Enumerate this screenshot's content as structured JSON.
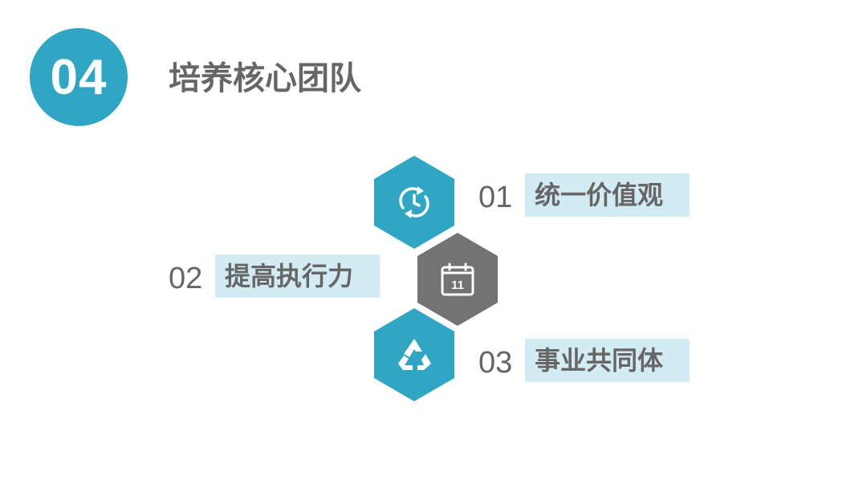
{
  "slide": {
    "number": "04",
    "title": "培养核心团队"
  },
  "items": [
    {
      "number": "01",
      "label": "统一价值观",
      "icon": "refresh-clock-icon",
      "color": "#2fa6c3"
    },
    {
      "number": "02",
      "label": "提高执行力",
      "icon": "calendar-icon",
      "color": "#737373"
    },
    {
      "number": "03",
      "label": "事业共同体",
      "icon": "recycle-icon",
      "color": "#2fa6c3"
    }
  ],
  "calendar_icon_text": "11",
  "colors": {
    "accent": "#2fa6c3",
    "gray": "#737373",
    "label_bg": "#d3ecf3",
    "text": "#666666"
  }
}
